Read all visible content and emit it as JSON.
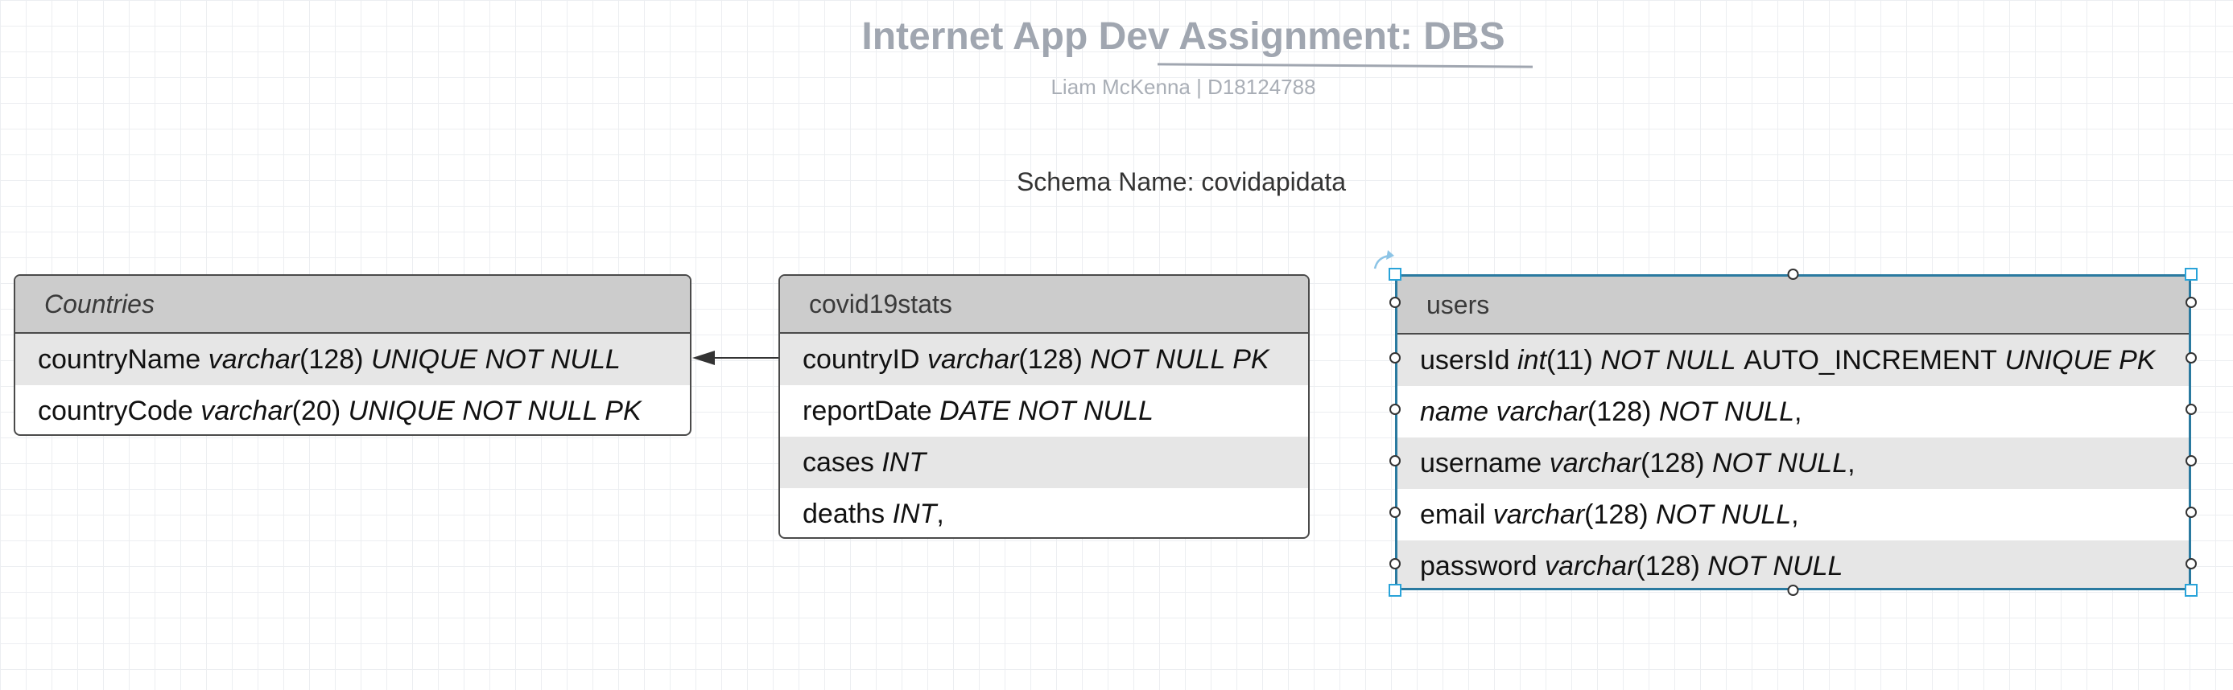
{
  "title": "Internet App Dev Assignment: DBS",
  "subtitle": "Liam McKenna  |  D18124788",
  "schema_label": "Schema Name: covidapidata",
  "entities": {
    "countries": {
      "name": "Countries",
      "rows": [
        [
          {
            "t": "countryName",
            "i": false
          },
          {
            "t": "varchar",
            "i": true
          },
          {
            "t": "(128)",
            "i": false,
            "join": true
          },
          {
            "t": "UNIQUE NOT NULL",
            "i": true
          }
        ],
        [
          {
            "t": "countryCode",
            "i": false
          },
          {
            "t": "varchar",
            "i": true
          },
          {
            "t": "(20)",
            "i": false,
            "join": true
          },
          {
            "t": "UNIQUE NOT NULL PK",
            "i": true
          }
        ]
      ]
    },
    "covid": {
      "name": "covid19stats",
      "rows": [
        [
          {
            "t": "countryID",
            "i": false
          },
          {
            "t": "varchar",
            "i": true
          },
          {
            "t": "(128)",
            "i": false,
            "join": true
          },
          {
            "t": "NOT NULL PK",
            "i": true
          }
        ],
        [
          {
            "t": "reportDate",
            "i": false
          },
          {
            "t": "DATE NOT NULL",
            "i": true
          }
        ],
        [
          {
            "t": "cases",
            "i": false
          },
          {
            "t": "INT",
            "i": true
          }
        ],
        [
          {
            "t": "deaths",
            "i": false
          },
          {
            "t": "INT",
            "i": true
          },
          {
            "t": ",",
            "i": false,
            "join": true
          }
        ]
      ]
    },
    "users": {
      "name": "users",
      "rows": [
        [
          {
            "t": "usersId",
            "i": false
          },
          {
            "t": "int",
            "i": true
          },
          {
            "t": "(11)",
            "i": false,
            "join": true
          },
          {
            "t": "NOT NULL",
            "i": true
          },
          {
            "t": "AUTO_INCREMENT",
            "i": false
          },
          {
            "t": "UNIQUE PK",
            "i": true
          }
        ],
        [
          {
            "t": "name",
            "i": true
          },
          {
            "t": "varchar",
            "i": true
          },
          {
            "t": "(128)",
            "i": false,
            "join": true
          },
          {
            "t": "NOT NULL",
            "i": true
          },
          {
            "t": ",",
            "i": false,
            "join": true
          }
        ],
        [
          {
            "t": "username",
            "i": false
          },
          {
            "t": "varchar",
            "i": true
          },
          {
            "t": "(128)",
            "i": false,
            "join": true
          },
          {
            "t": "NOT NULL",
            "i": true
          },
          {
            "t": ",",
            "i": false,
            "join": true
          }
        ],
        [
          {
            "t": "email",
            "i": false
          },
          {
            "t": "varchar",
            "i": true
          },
          {
            "t": "(128)",
            "i": false,
            "join": true
          },
          {
            "t": "NOT NULL",
            "i": true
          },
          {
            "t": ",",
            "i": false,
            "join": true
          }
        ],
        [
          {
            "t": "password",
            "i": false
          },
          {
            "t": "varchar",
            "i": true
          },
          {
            "t": "(128)",
            "i": false,
            "join": true
          },
          {
            "t": "NOT NULL",
            "i": true
          }
        ]
      ]
    }
  },
  "colors": {
    "selection": "#2a7aa0",
    "handle": "#29a3d9",
    "header_fill": "#cccccc",
    "stripe_fill": "#e6e6e6"
  },
  "icons": {
    "connector_arrow": "arrow-left-icon",
    "rotate_handle": "rotate-icon"
  }
}
